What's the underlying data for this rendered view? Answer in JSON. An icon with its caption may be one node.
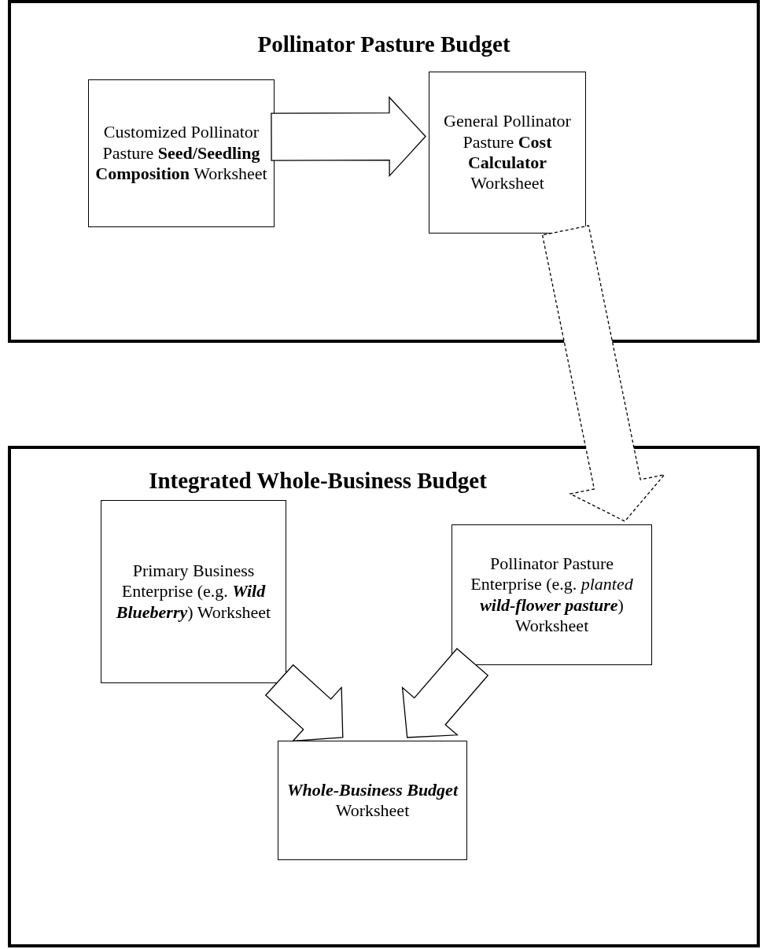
{
  "diagram": {
    "nodes": [
      {
        "text": [
          "Pollinator Pasture Budget"
        ]
      },
      {
        "text": [
          "Customized Pollinator Pasture **Seed/Seedling Composition** Worksheet"
        ],
        "in": 0
      },
      {
        "text": [
          "General Pollinator Pasture **Cost Calculator** Worksheet"
        ],
        "in": 0
      },
      {
        "text": [
          "Integrated Whole-Business Budget"
        ]
      },
      {
        "text": [
          "Primary Business Enterprise (e.g. **Wild Blueberry**) Worksheet"
        ],
        "in": 3
      },
      {
        "text": [
          "Pollinator Pasture Enterprise (e.g. *planted* **wild-flower pasture**) Worksheet"
        ],
        "in": 3
      },
      {
        "text": [
          "**Whole-Business Budget** Worksheet"
        ],
        "in": 3
      }
    ],
    "edges": [
      {
        "from": 1,
        "to": 2,
        "arrow": "to"
      },
      {
        "from": 2,
        "to": 5,
        "arrow": "to",
        "style": "dashed"
      },
      {
        "from": 4,
        "to": 6,
        "arrow": "to"
      },
      {
        "from": 5,
        "to": 6,
        "arrow": "to"
      }
    ]
  }
}
